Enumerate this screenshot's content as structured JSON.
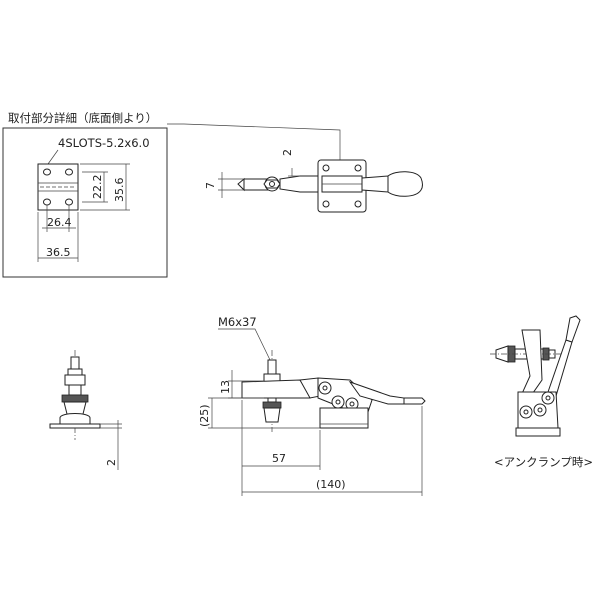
{
  "detail_box": {
    "title": "取付部分詳細（底面側より）",
    "slots": "4SLOTS-5.2x6.0",
    "dim_22_2": "22.2",
    "dim_35_6": "35.6",
    "dim_26_4": "26.4",
    "dim_36_5": "36.5"
  },
  "top_view": {
    "dim_2": "2",
    "dim_7": "7"
  },
  "side_view": {
    "bolt": "M6x37",
    "dim_13": "13",
    "dim_25": "(25)",
    "dim_57": "57",
    "dim_140": "(140)"
  },
  "end_view": {
    "dim_2": "2"
  },
  "unclamp_view": {
    "caption": "<アンクランプ時>"
  }
}
